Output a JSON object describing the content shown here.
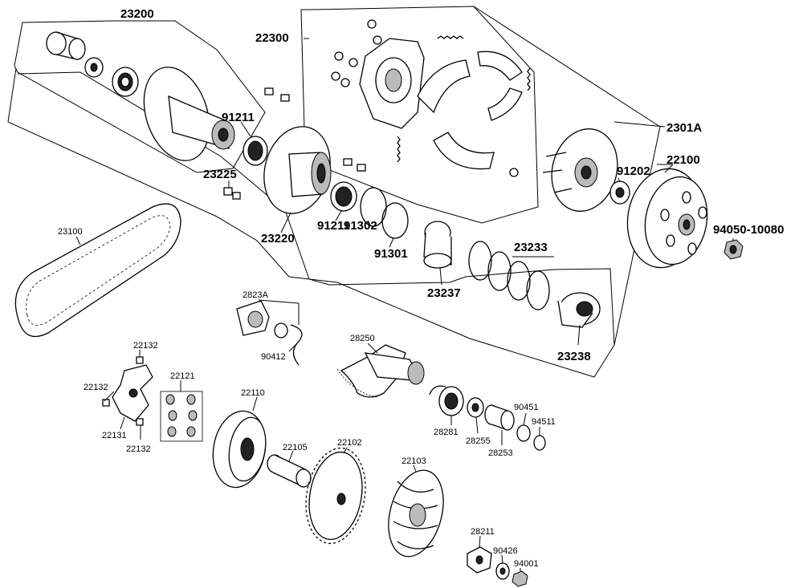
{
  "labels": {
    "p23200": "23200",
    "p22300": "22300",
    "p2301A": "2301A",
    "p22100": "22100",
    "p91211a": "91211",
    "p91211b": "91211",
    "p23225": "23225",
    "p23220": "23220",
    "p91302": "91302",
    "p91301": "91301",
    "p23237": "23237",
    "p23233": "23233",
    "p91202": "91202",
    "p94050": "94050-10080",
    "p23238": "23238",
    "p23100": "23100",
    "p2823A": "2823A",
    "p90412": "90412",
    "p28250": "28250",
    "p28281": "28281",
    "p28255": "28255",
    "p28253": "28253",
    "p90451": "90451",
    "p94511": "94511",
    "p22132a": "22132",
    "p22132b": "22132",
    "p22132c": "22132",
    "p22131": "22131",
    "p22121": "22121",
    "p22110": "22110",
    "p22105": "22105",
    "p22102": "22102",
    "p22103": "22103",
    "p28211": "28211",
    "p90426": "90426",
    "p94001": "94001"
  }
}
